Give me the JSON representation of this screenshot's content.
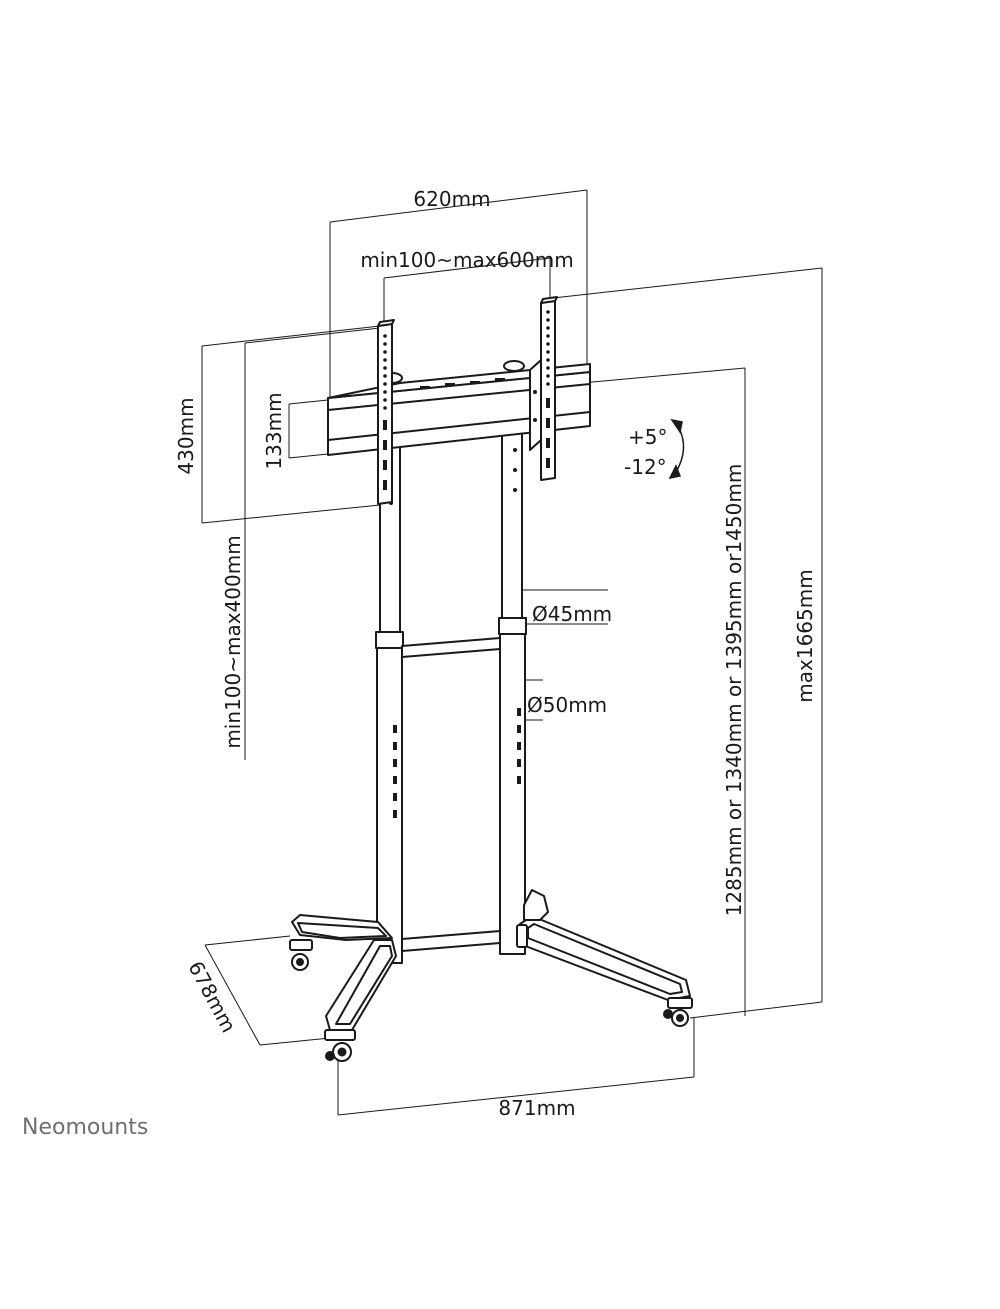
{
  "diagram": {
    "labels": {
      "width_620": "620mm",
      "vesa_width": "min100~max600mm",
      "height_430": "430mm",
      "height_133": "133mm",
      "vesa_height": "min100~max400mm",
      "tilt_up": "+5°",
      "tilt_down": "-12°",
      "tube_upper": "Ø45mm",
      "tube_lower": "Ø50mm",
      "center_heights": "1285mm or 1340mm or 1395mm or1450mm",
      "max_height": "max1665mm",
      "base_depth": "678mm",
      "base_width": "871mm"
    }
  },
  "brand": {
    "name": "Neomounts"
  },
  "colors": {
    "line": "#1a1a1a",
    "brand": "#6f6f6f",
    "background": "#ffffff"
  }
}
